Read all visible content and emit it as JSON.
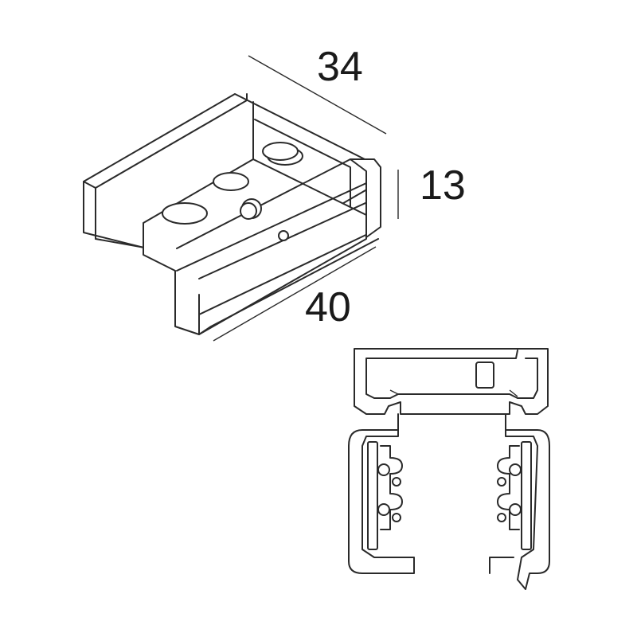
{
  "dimensions": {
    "depth": "34",
    "height": "13",
    "width": "40"
  },
  "colors": {
    "line": "#2a2a2a",
    "background": "#ffffff"
  }
}
